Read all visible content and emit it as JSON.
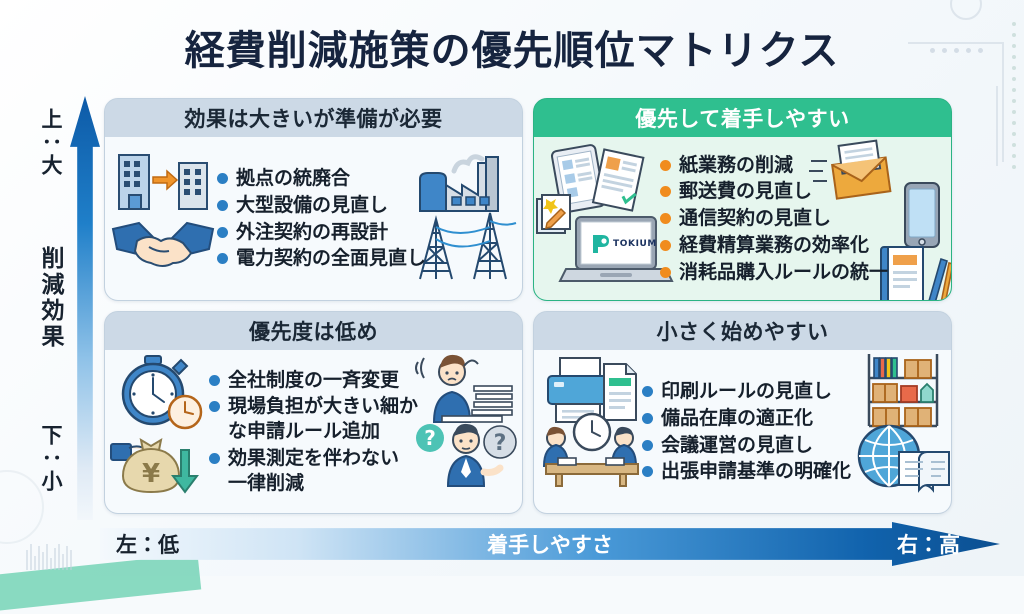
{
  "title": "経費削減施策の優先順位マトリクス",
  "axes": {
    "vertical": {
      "top_label": "上：大",
      "name": "削減効果",
      "bottom_label": "下：小"
    },
    "horizontal": {
      "left_label": "左：低",
      "name": "着手しやすさ",
      "right_label": "右：高"
    }
  },
  "colors": {
    "title": "#16243f",
    "blue_header": "#ccd9e6",
    "green_header": "#2fbf8f",
    "green_body": "#e6f6ee",
    "blue_bullet": "#2b7fc4",
    "orange_bullet": "#f08c1e",
    "background": "#f7fafc"
  },
  "quadrants": [
    {
      "id": "top-left",
      "heading": "効果は大きいが準備が必要",
      "bullet_color": "blue",
      "items": [
        "拠点の統廃合",
        "大型設備の見直し",
        "外注契約の再設計",
        "電力契約の全面見直し"
      ],
      "icons": [
        "buildings-merge-icon",
        "handshake-icon",
        "factory-icon",
        "power-lines-icon"
      ]
    },
    {
      "id": "top-right",
      "heading": "優先して着手しやすい",
      "bullet_color": "orange",
      "items": [
        "紙業務の削減",
        "郵送費の見直し",
        "通信契約の見直し",
        "経費精算業務の効率化",
        "消耗品購入ルールの統一"
      ],
      "icons": [
        "documents-tablet-icon",
        "laptop-tokium-icon",
        "envelope-icon",
        "smartphone-icon",
        "notebook-pen-icon"
      ],
      "brand": "TOKIUM"
    },
    {
      "id": "bottom-left",
      "heading": "優先度は低め",
      "bullet_color": "blue",
      "items": [
        "全社制度の一斉変更",
        "現場負担が大きい細か\nな申請ルール追加",
        "効果測定を伴わない\n一律削減"
      ],
      "icons": [
        "stopwatch-icon",
        "money-bag-yen-icon",
        "stressed-worker-icon",
        "confused-worker-icon"
      ]
    },
    {
      "id": "bottom-right",
      "heading": "小さく始めやすい",
      "bullet_color": "blue",
      "items": [
        "印刷ルールの見直し",
        "備品在庫の適正化",
        "会議運営の見直し",
        "出張申請基準の明確化"
      ],
      "icons": [
        "printer-icon",
        "meeting-clock-icon",
        "shelf-boxes-icon",
        "globe-book-icon"
      ]
    }
  ]
}
